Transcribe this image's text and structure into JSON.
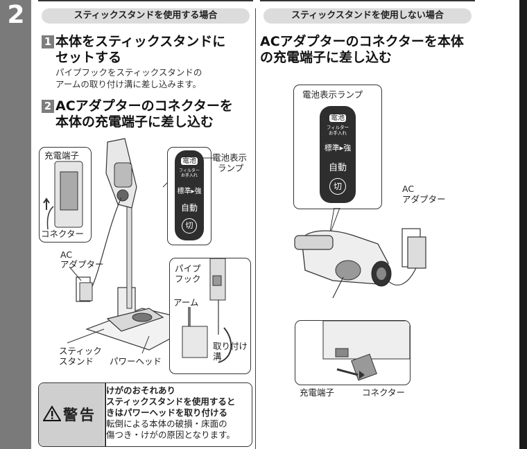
{
  "step_number": "2",
  "left": {
    "header": "スティックスタンドを使用する場合",
    "item1": {
      "num": "1",
      "title_line1": "本体をスティックスタンドに",
      "title_line2": "セットする",
      "desc_line1": "パイプフックをスティックスタンドの",
      "desc_line2": "アームの取り付け溝に差し込みます。"
    },
    "item2": {
      "num": "2",
      "title_line1": "ACアダプターのコネクターを",
      "title_line2": "本体の充電端子に差し込む"
    },
    "labels": {
      "charging_terminal": "充電端子",
      "connector": "コネクター",
      "ac": "AC",
      "adapter": "アダプター",
      "stick": "スティック",
      "stand": "スタンド",
      "power_head": "パワーヘッド",
      "battery_lamp_1": "電池表示",
      "battery_lamp_2": "ランプ",
      "pipe": "パイプ",
      "hook": "フック",
      "arm": "アーム",
      "attach_1": "取り付け",
      "attach_2": "溝"
    },
    "panel": {
      "battery": "電池",
      "filter_1": "フィルター",
      "filter_2": "お手入れ",
      "standard": "標準▸強",
      "auto": "自動",
      "off": "切"
    }
  },
  "right": {
    "header": "スティックスタンドを使用しない場合",
    "title_line1": "ACアダプターのコネクターを本体",
    "title_line2": "の充電端子に差し込む",
    "labels": {
      "battery_lamp": "電池表示ランプ",
      "ac": "AC",
      "adapter": "アダプター",
      "charging_terminal": "充電端子",
      "connector": "コネクター"
    },
    "panel": {
      "battery": "電池",
      "filter_1": "フィルター",
      "filter_2": "お手入れ",
      "standard": "標準▸強",
      "auto": "自動",
      "off": "切"
    }
  },
  "warning": {
    "icon": "warning-triangle-icon",
    "label": "警告",
    "line1": "けがのおそれあり",
    "line2": "スティックスタンドを使用すると",
    "line3": "きはパワーヘッドを取り付ける",
    "line4": "転倒による本体の破損・床面の",
    "line5": "傷つき・けがの原因となります。"
  }
}
